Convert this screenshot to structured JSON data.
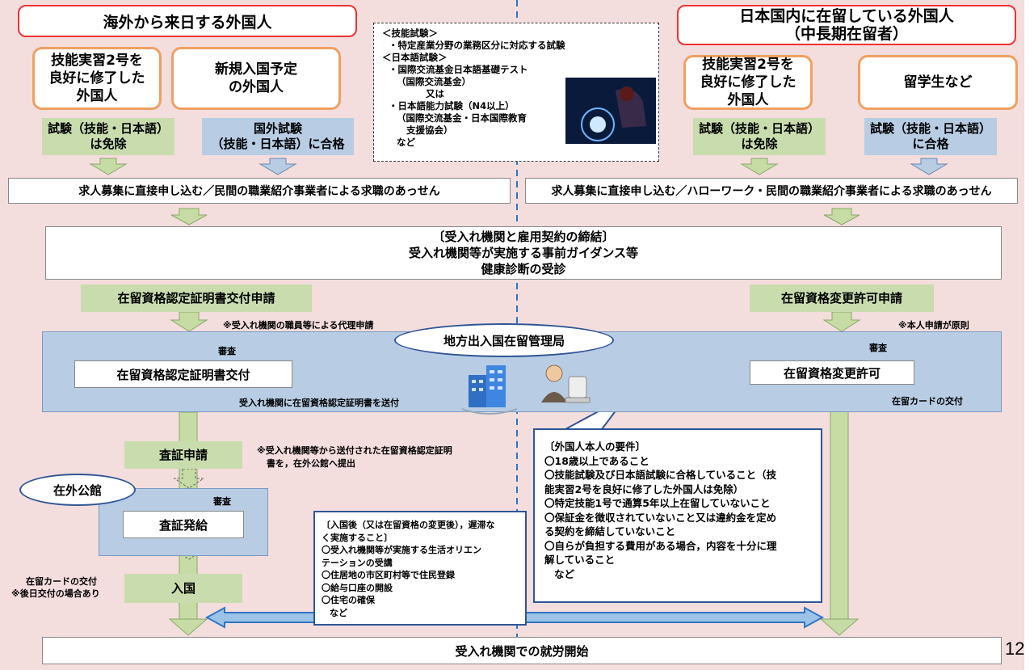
{
  "left_header": "海外から来日する外国人",
  "right_header": [
    "日本国内に在留している外国人",
    "（中長期在留者）"
  ],
  "left_orange_1": [
    "技能実習2号を",
    "良好に修了した",
    "外国人"
  ],
  "left_orange_2": [
    "新規入国予定",
    "の外国人"
  ],
  "right_orange_1": [
    "技能実習2号を",
    "良好に修了した",
    "外国人"
  ],
  "right_orange_2": "留学生など",
  "left_exempt": [
    "試験（技能・日本語）",
    "は免除"
  ],
  "left_pass": [
    "国外試験",
    "（技能・日本語）に合格"
  ],
  "right_exempt": [
    "試験（技能・日本語）",
    "は免除"
  ],
  "right_pass": [
    "試験（技能・日本語）",
    "に合格"
  ],
  "test_box": [
    "＜技能試験＞",
    "・特定産業分野の業務区分に対応する試験",
    "＜日本語試験＞",
    "・国際交流基金日本語基礎テスト",
    "（国際交流基金）",
    "又は",
    "・日本語能力試験（N4以上）",
    "（国際交流基金・日本国際教育",
    "支援協会）",
    "など"
  ],
  "left_job_bar": "求人募集に直接申し込む／民間の職業紹介事業者による求職のあっせん",
  "right_job_bar": "求人募集に直接申し込む／ハローワーク・民間の職業紹介事業者による求職のあっせん",
  "contract_box": [
    "〔受入れ機関と雇用契約の締結〕",
    "受入れ機関等が実施する事前ガイダンス等",
    "健康診断の受診"
  ],
  "left_apply": "在留資格認定証明書交付申請",
  "right_apply": "在留資格変更許可申請",
  "left_apply_note": "※受入れ機関の職員等による代理申請",
  "right_apply_note": "※本人申請が原則",
  "immigration_oval": "地方出入国在留管理局",
  "review_label": "審査",
  "left_issue": "在留資格認定証明書交付",
  "right_issue": "在留資格変更許可",
  "send_note": "受入れ機関に在留資格認定証明書を送付",
  "card_note_right": "在留カードの交付",
  "visa_apply": "査証申請",
  "visa_apply_note": [
    "※受入れ機関等から送付された在留資格認定証明",
    "書を，在外公館へ提出"
  ],
  "embassy_oval": "在外公館",
  "visa_issue": "査証発給",
  "entry": "入国",
  "card_note_left": [
    "在留カードの交付",
    "※後日交付の場合あり"
  ],
  "requirements": [
    "〔外国人本人の要件〕",
    "〇18歳以上であること",
    "〇技能試験及び日本語試験に合格していること（技",
    "能実習2号を良好に修了した外国人は免除）",
    "〇特定技能1号で通算5年以上在留していないこと",
    "〇保証金を徴収されていないこと又は違約金を定め",
    "る契約を締結していないこと",
    "〇自らが負担する費用がある場合，内容を十分に理",
    "解していること",
    "など"
  ],
  "after_entry": [
    "〔入国後（又は在留資格の変更後），遅滞な",
    "く実施すること〕",
    "〇受入れ機関等が実施する生活オリエン",
    "テーションの受講",
    "〇住居地の市区町村等で住民登録",
    "〇給与口座の開設",
    "〇住宅の確保",
    "など"
  ],
  "work_start": "受入れ機関での就労開始",
  "page_number": "12",
  "colors": {
    "pink": "#f3dddd",
    "green": "#c9dcae",
    "blue": "#b8cce4",
    "arrow_green": "#c6dca4",
    "red": "#e33333",
    "orange": "#f0a060",
    "navy": "#2f5597"
  }
}
